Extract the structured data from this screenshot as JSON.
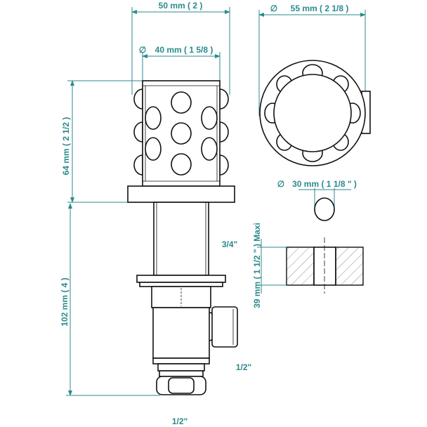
{
  "colors": {
    "dimension": "#2b8a8c",
    "outline": "#111111"
  },
  "dimensions": {
    "overall_width": "50 mm ( 2 )",
    "body_diameter": "40 mm ( 1 5/8 )",
    "rosette_diameter": "55 mm ( 2 1/8 )",
    "head_height": "64 mm ( 2 1/2 )",
    "valve_height": "102 mm ( 4 )",
    "hole_diameter": "30 mm ( 1 1/8 \" )",
    "wall_thickness": "39 mm ( 1 1/2 \" ) Maxi",
    "diameter_symbol": "∅"
  },
  "thread_labels": {
    "inlet_side": "3/4\"",
    "outlet_side": "1/2\"",
    "bottom": "1/2\""
  }
}
